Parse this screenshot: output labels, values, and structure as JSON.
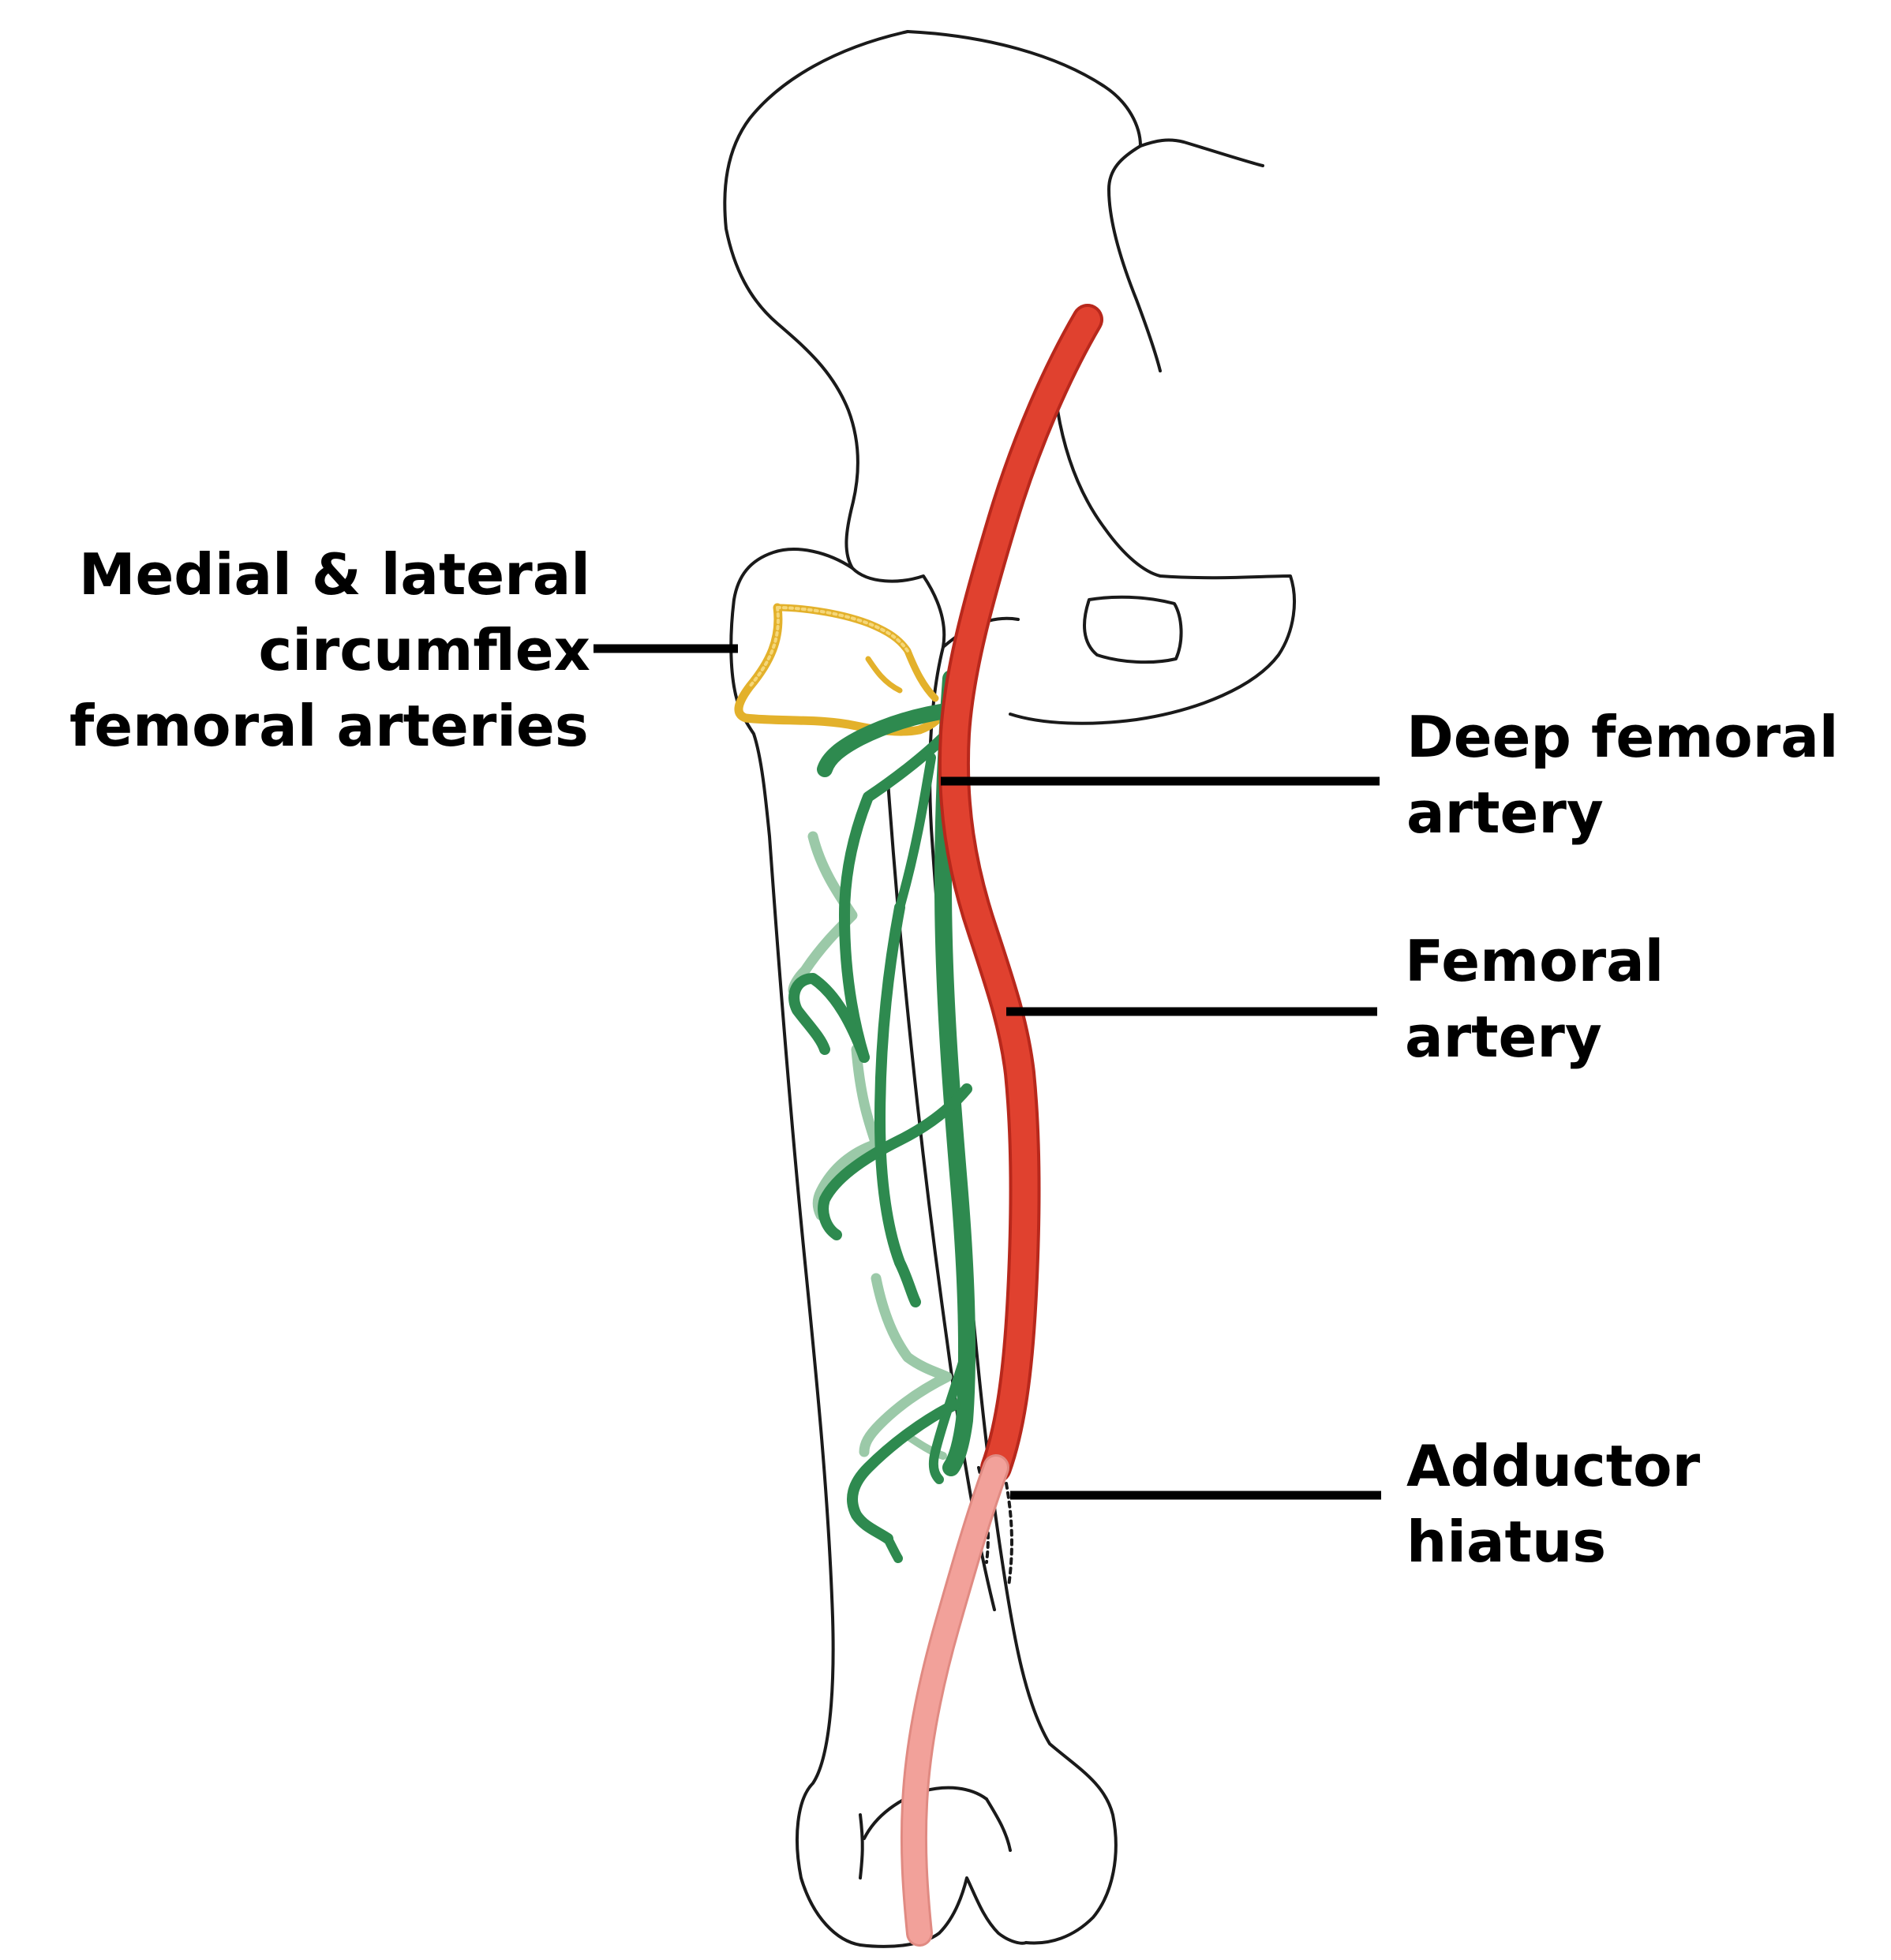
{
  "labels": {
    "circumflex": {
      "lines": [
        "Medial & lateral",
        "circumflex",
        "femoral arteries"
      ]
    },
    "deep_femoral": {
      "lines": [
        "Deep femoral",
        "artery"
      ]
    },
    "femoral": {
      "lines": [
        "Femoral",
        "artery"
      ]
    },
    "adductor": {
      "lines": [
        "Adductor",
        "hiatus"
      ]
    }
  },
  "colors": {
    "femoral_artery": "#e0412f",
    "femoral_artery_dark": "#b8281c",
    "popliteal_artery": "#f2a19a",
    "deep_femoral_artery": "#2e8a4f",
    "deep_femoral_faded": "#9bc9a8",
    "circumflex_arteries": "#e3b12b",
    "bone_outline": "#1a1a1a",
    "leader_line": "#000000"
  }
}
